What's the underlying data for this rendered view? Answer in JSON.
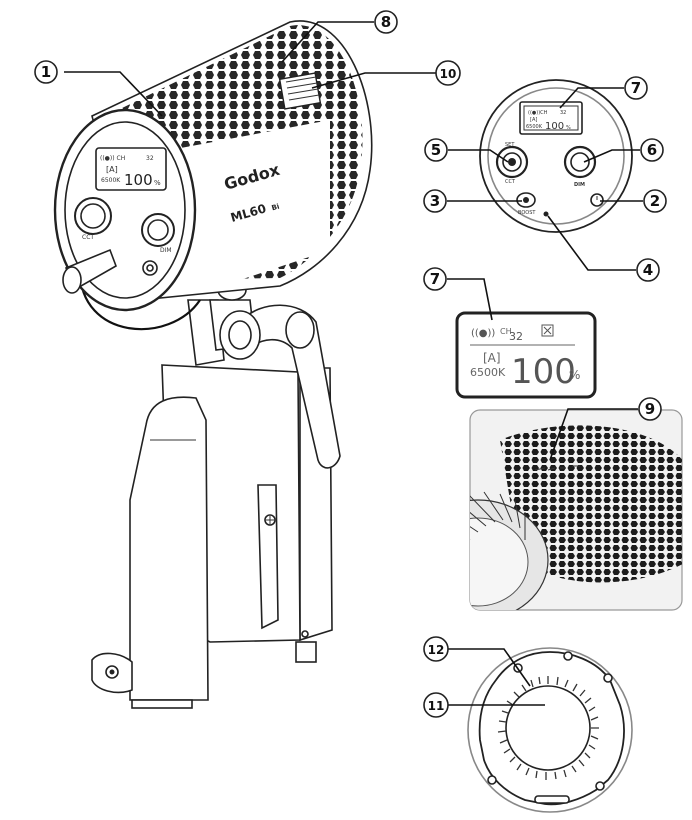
{
  "callouts": {
    "c1": "1",
    "c2": "2",
    "c3": "3",
    "c4": "4",
    "c5": "5",
    "c6": "6",
    "c7a": "7",
    "c7b": "7",
    "c8": "8",
    "c9": "9",
    "c10": "10",
    "c11": "11",
    "c12": "12"
  },
  "device": {
    "brand": "Godox",
    "model": "ML60",
    "model_suffix": "Bi",
    "knob_left_label": "CCT",
    "knob_right_label": "DIM"
  },
  "panel": {
    "knob_left_top": "SET",
    "knob_left_bottom": "CCT",
    "knob_right_label": "DIM",
    "button_label": "BOOST"
  },
  "lcd": {
    "channel_prefix": "CH",
    "channel": "32",
    "mode": "[A]",
    "cct": "6500K",
    "brightness": "100",
    "unit": "%"
  }
}
